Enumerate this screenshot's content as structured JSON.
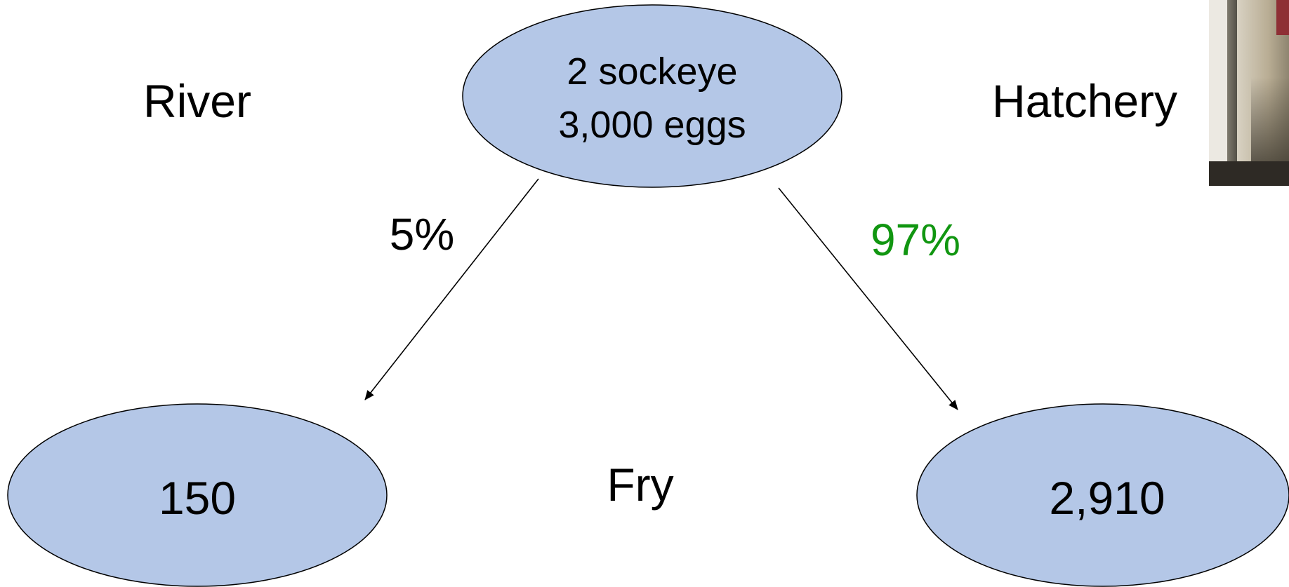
{
  "labels": {
    "river": "River",
    "hatchery": "Hatchery",
    "fry": "Fry"
  },
  "top_node": {
    "line1": "2 sockeye",
    "line2": "3,000 eggs"
  },
  "river_node": {
    "value": "150"
  },
  "hatchery_node": {
    "value": "2,910"
  },
  "edges": {
    "river_pct": "5%",
    "hatchery_pct": "97%"
  },
  "colors": {
    "node_fill": "#b4c7e7",
    "node_stroke": "#000000",
    "hatchery_pct": "#119611",
    "text": "#000000"
  },
  "photo": {
    "icon": "hatchery-tray-photo"
  }
}
